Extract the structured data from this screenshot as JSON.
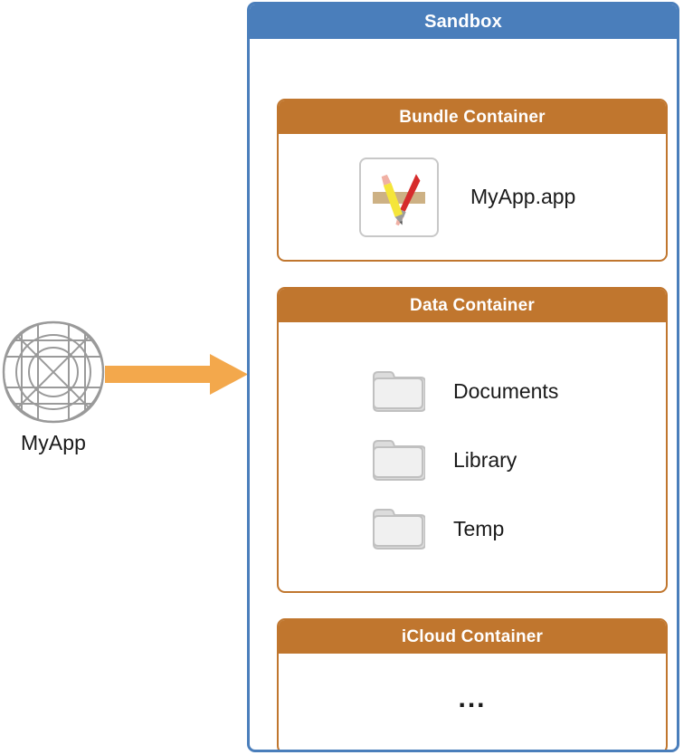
{
  "diagram": {
    "title": "Sandbox",
    "source_node": {
      "label": "MyApp",
      "icon": "app-grid-icon"
    },
    "arrow": {
      "icon": "right-arrow-icon",
      "color": "#f3a84c"
    },
    "containers": [
      {
        "key": "bundle",
        "title": "Bundle Container",
        "items": [
          {
            "label": "MyApp.app",
            "icon": "xcode-app-icon"
          }
        ]
      },
      {
        "key": "data",
        "title": "Data Container",
        "items": [
          {
            "label": "Documents",
            "icon": "folder-icon"
          },
          {
            "label": "Library",
            "icon": "folder-icon"
          },
          {
            "label": "Temp",
            "icon": "folder-icon"
          }
        ]
      },
      {
        "key": "icloud",
        "title": "iCloud Container",
        "items": [],
        "placeholder": "..."
      }
    ]
  },
  "colors": {
    "sandbox_border": "#4a7ebb",
    "sandbox_header": "#4a7ebb",
    "container_border": "#c0762e",
    "container_header": "#c0762e",
    "arrow": "#f3a84c",
    "folder": "#eeeeee",
    "folder_outline": "#c6c6c6",
    "grid_icon_stroke": "#9a9a9a",
    "text": "#1a1a1a"
  }
}
